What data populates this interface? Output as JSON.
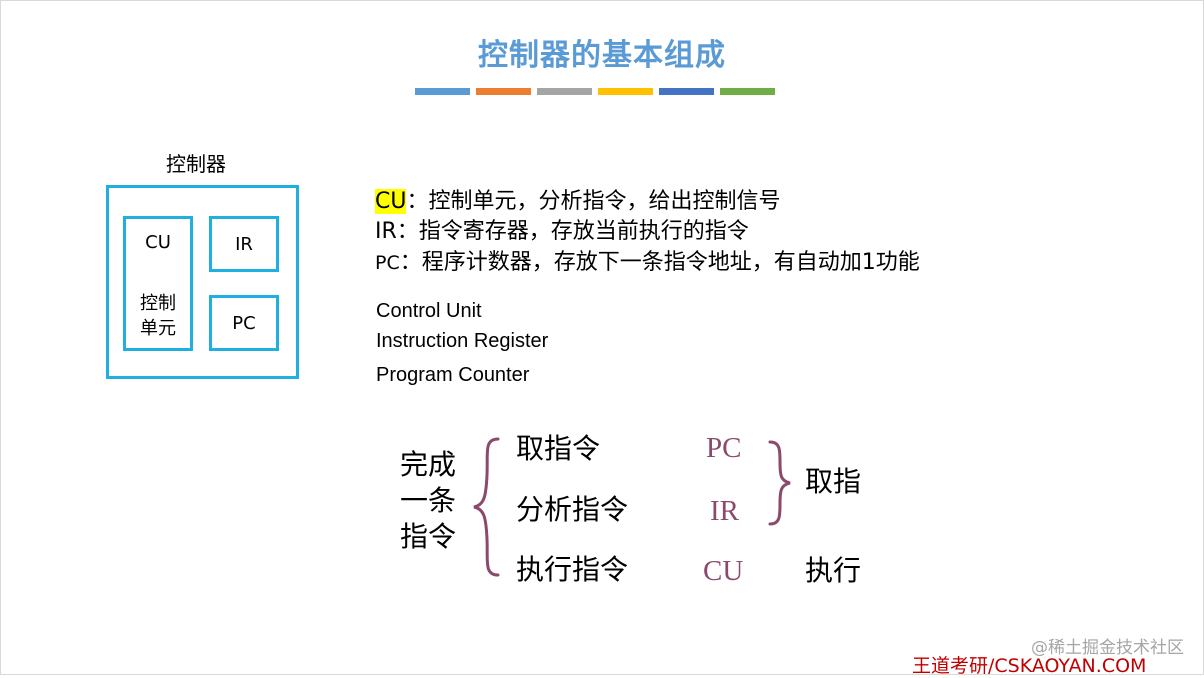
{
  "title": "控制器的基本组成",
  "colors": {
    "title": "#5b9bd5",
    "box_border": "#1fb0e0",
    "highlight": "#ffff00",
    "register_text": "#8b4a6b",
    "brace": "#8b4a6b",
    "brand": "#c00000",
    "stripes": [
      "#5b9bd5",
      "#ed7d31",
      "#a5a5a5",
      "#ffc000",
      "#4472c4",
      "#70ad47"
    ]
  },
  "diagram": {
    "controller_label": "控制器",
    "cu_box": {
      "abbr": "CU",
      "label_line1": "控制",
      "label_line2": "单元"
    },
    "ir_box": {
      "abbr": "IR"
    },
    "pc_box": {
      "abbr": "PC"
    }
  },
  "definitions": [
    {
      "abbr": "CU",
      "text": "：控制单元，分析指令，给出控制信号"
    },
    {
      "abbr": "IR",
      "text": "：指令寄存器，存放当前执行的指令"
    },
    {
      "abbr": "PC",
      "text": "：程序计数器，存放下一条指令地址，有自动加1功能"
    }
  ],
  "english_names": [
    "Control Unit",
    "Instruction Register",
    "Program Counter"
  ],
  "steps": {
    "left_lines": [
      "完成",
      "一条",
      "指令"
    ],
    "items": [
      "取指令",
      "分析指令",
      "执行指令"
    ],
    "registers": [
      "PC",
      "IR",
      "CU"
    ],
    "group_fetch": "取指",
    "group_execute": "执行"
  },
  "watermark": "@稀土掘金技术社区",
  "brand": "王道考研/CSKAOYAN.COM"
}
